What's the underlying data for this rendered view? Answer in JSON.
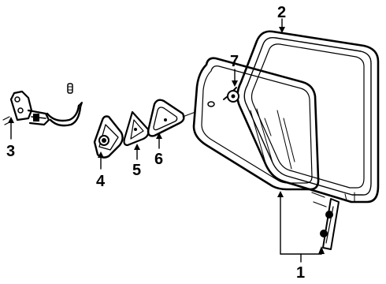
{
  "callouts": {
    "c1": "1",
    "c2": "2",
    "c3": "3",
    "c4": "4",
    "c5": "5",
    "c6": "6",
    "c7": "7"
  },
  "colors": {
    "line": "#000000",
    "background": "#ffffff"
  }
}
